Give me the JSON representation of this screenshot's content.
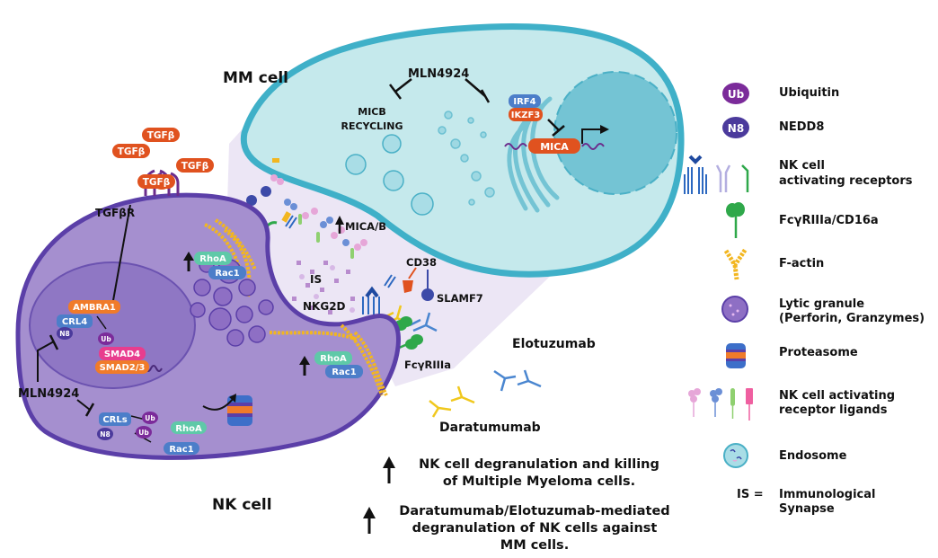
{
  "labels": {
    "mm_cell": "MM cell",
    "nk_cell": "NK cell",
    "mln4924_top": "MLN4924",
    "mln4924_left": "MLN4924",
    "micb_recycling_1": "MICB",
    "micb_recycling_2": "RECYCLING",
    "mica_b": "MICA/B",
    "cd38": "CD38",
    "slamf7": "SLAMF7",
    "fcgr": "FcγRIIIa",
    "is": "IS",
    "nkg2d": "NKG2D",
    "tgfbr": "TGFβR",
    "elotuzumab": "Elotuzumab",
    "daratumumab": "Daratumumab"
  },
  "pills": {
    "irf4": "IRF4",
    "ikzf3": "IKZF3",
    "mica": "MICA",
    "tgfb": "TGFβ",
    "ambra1": "AMBRA1",
    "crl4": "CRL4",
    "n8": "N8",
    "ub": "Ub",
    "smad4": "SMAD4",
    "smad23": "SMAD2/3",
    "crls": "CRLs",
    "rhoa": "RhoA",
    "rac1": "Rac1"
  },
  "bottom_notes": {
    "note1_line1": "NK cell degranulation and killing",
    "note1_line2": "of Multiple Myeloma cells.",
    "note2_line1": "Daratumumab/Elotuzumab-mediated",
    "note2_line2": "degranulation of NK cells against",
    "note2_line3": "MM cells."
  },
  "legend": {
    "items": [
      {
        "icon": "ubiquitin-icon",
        "glyph": "Ub",
        "label": "Ubiquitin"
      },
      {
        "icon": "nedd8-icon",
        "glyph": "N8",
        "label": "NEDD8"
      },
      {
        "icon": "nk-receptors-icon",
        "label": "NK cell",
        "label2": "activating receptors"
      },
      {
        "icon": "fcgr-icon",
        "label": "FcγRIIIa/CD16a"
      },
      {
        "icon": "f-actin-icon",
        "label": "F-actin"
      },
      {
        "icon": "lytic-granule-icon",
        "label": "Lytic granule",
        "label2": "(Perforin, Granzymes)"
      },
      {
        "icon": "proteasome-icon",
        "label": "Proteasome"
      },
      {
        "icon": "receptor-ligands-icon",
        "label": "NK cell activating",
        "label2": "receptor ligands"
      },
      {
        "icon": "endosome-icon",
        "label": "Endosome"
      }
    ],
    "is_key": "IS =",
    "is_def1": "Immunological",
    "is_def2": "Synapse"
  },
  "colors": {
    "mm_fill": "#c5e9ec",
    "mm_stroke": "#3fb0c8",
    "mm_nucleus": "#74c4d4",
    "nk_fill": "#a58fcf",
    "nk_stroke": "#5b3fa8",
    "nk_nucleus": "#8f77c4",
    "synapse_bg": "#ece6f5",
    "orange": "#e0521f",
    "blue_pill": "#4c7ec9",
    "teal_pill": "#5fc9a8",
    "purple_ub": "#7b2b9a",
    "navy_n8": "#4b3a9c",
    "magenta": "#e83d8e",
    "orange_smad": "#f07b2a",
    "actin": "#f2b620",
    "dara": "#f0c81e",
    "elo": "#4a86d0",
    "green": "#2fa84a"
  }
}
